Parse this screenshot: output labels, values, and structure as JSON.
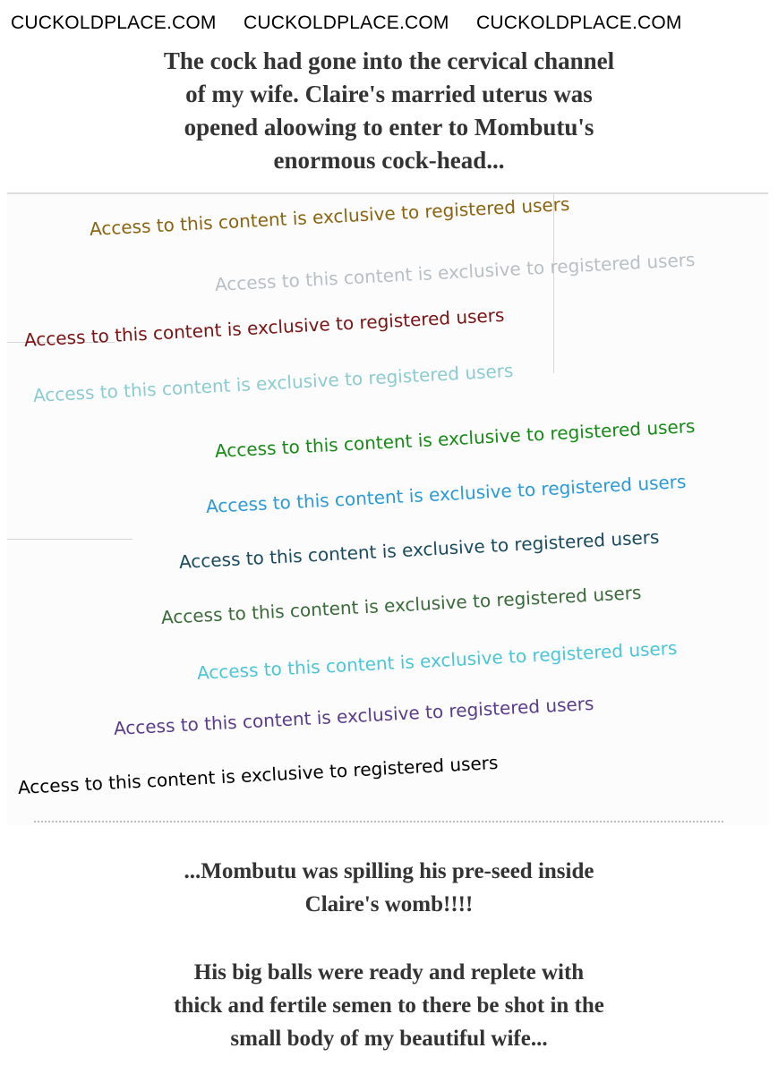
{
  "header": {
    "sites": [
      "CUCKOLDPLACE.COM",
      "CUCKOLDPLACE.COM",
      "CUCKOLDPLACE.COM"
    ]
  },
  "caption_top": [
    "The cock had gone into the cervical channel",
    "of my wife. Claire's married uterus was",
    "opened aloowing to enter to Mombutu's",
    "enormous cock-head..."
  ],
  "caption_middle": [
    "...Mombutu was spilling his pre-seed inside",
    "Claire's womb!!!!"
  ],
  "caption_bottom": [
    "His big balls were ready and replete with",
    "thick and fertile semen to there be shot in the",
    "small body of my beautiful wife..."
  ],
  "watermark_text": "Access to this content is exclusive to registered users",
  "watermarks": [
    {
      "text": "Access to this content is exclusive to registered users",
      "color": "#8a6410"
    },
    {
      "text": "Access to this content is exclusive to registered users",
      "color": "#b8c0c6"
    },
    {
      "text": "Access to this content is exclusive to registered users",
      "color": "#7a1414"
    },
    {
      "text": "Access to this content is exclusive to registered users",
      "color": "#8ccbd0"
    },
    {
      "text": "Access to this content is exclusive to registered users",
      "color": "#178a17"
    },
    {
      "text": "Access to this content is exclusive to registered users",
      "color": "#2a9ad8"
    },
    {
      "text": "Access to this content is exclusive to registered users",
      "color": "#1a4a5e"
    },
    {
      "text": "Access to this content is exclusive to registered users",
      "color": "#3a6a3a"
    },
    {
      "text": "Access to this content is exclusive to registered users",
      "color": "#4ac6d6"
    },
    {
      "text": "Access to this content is exclusive to registered users",
      "color": "#5a3c8a"
    },
    {
      "text": "Access to this content is exclusive to registered users",
      "color": "#000000"
    }
  ]
}
